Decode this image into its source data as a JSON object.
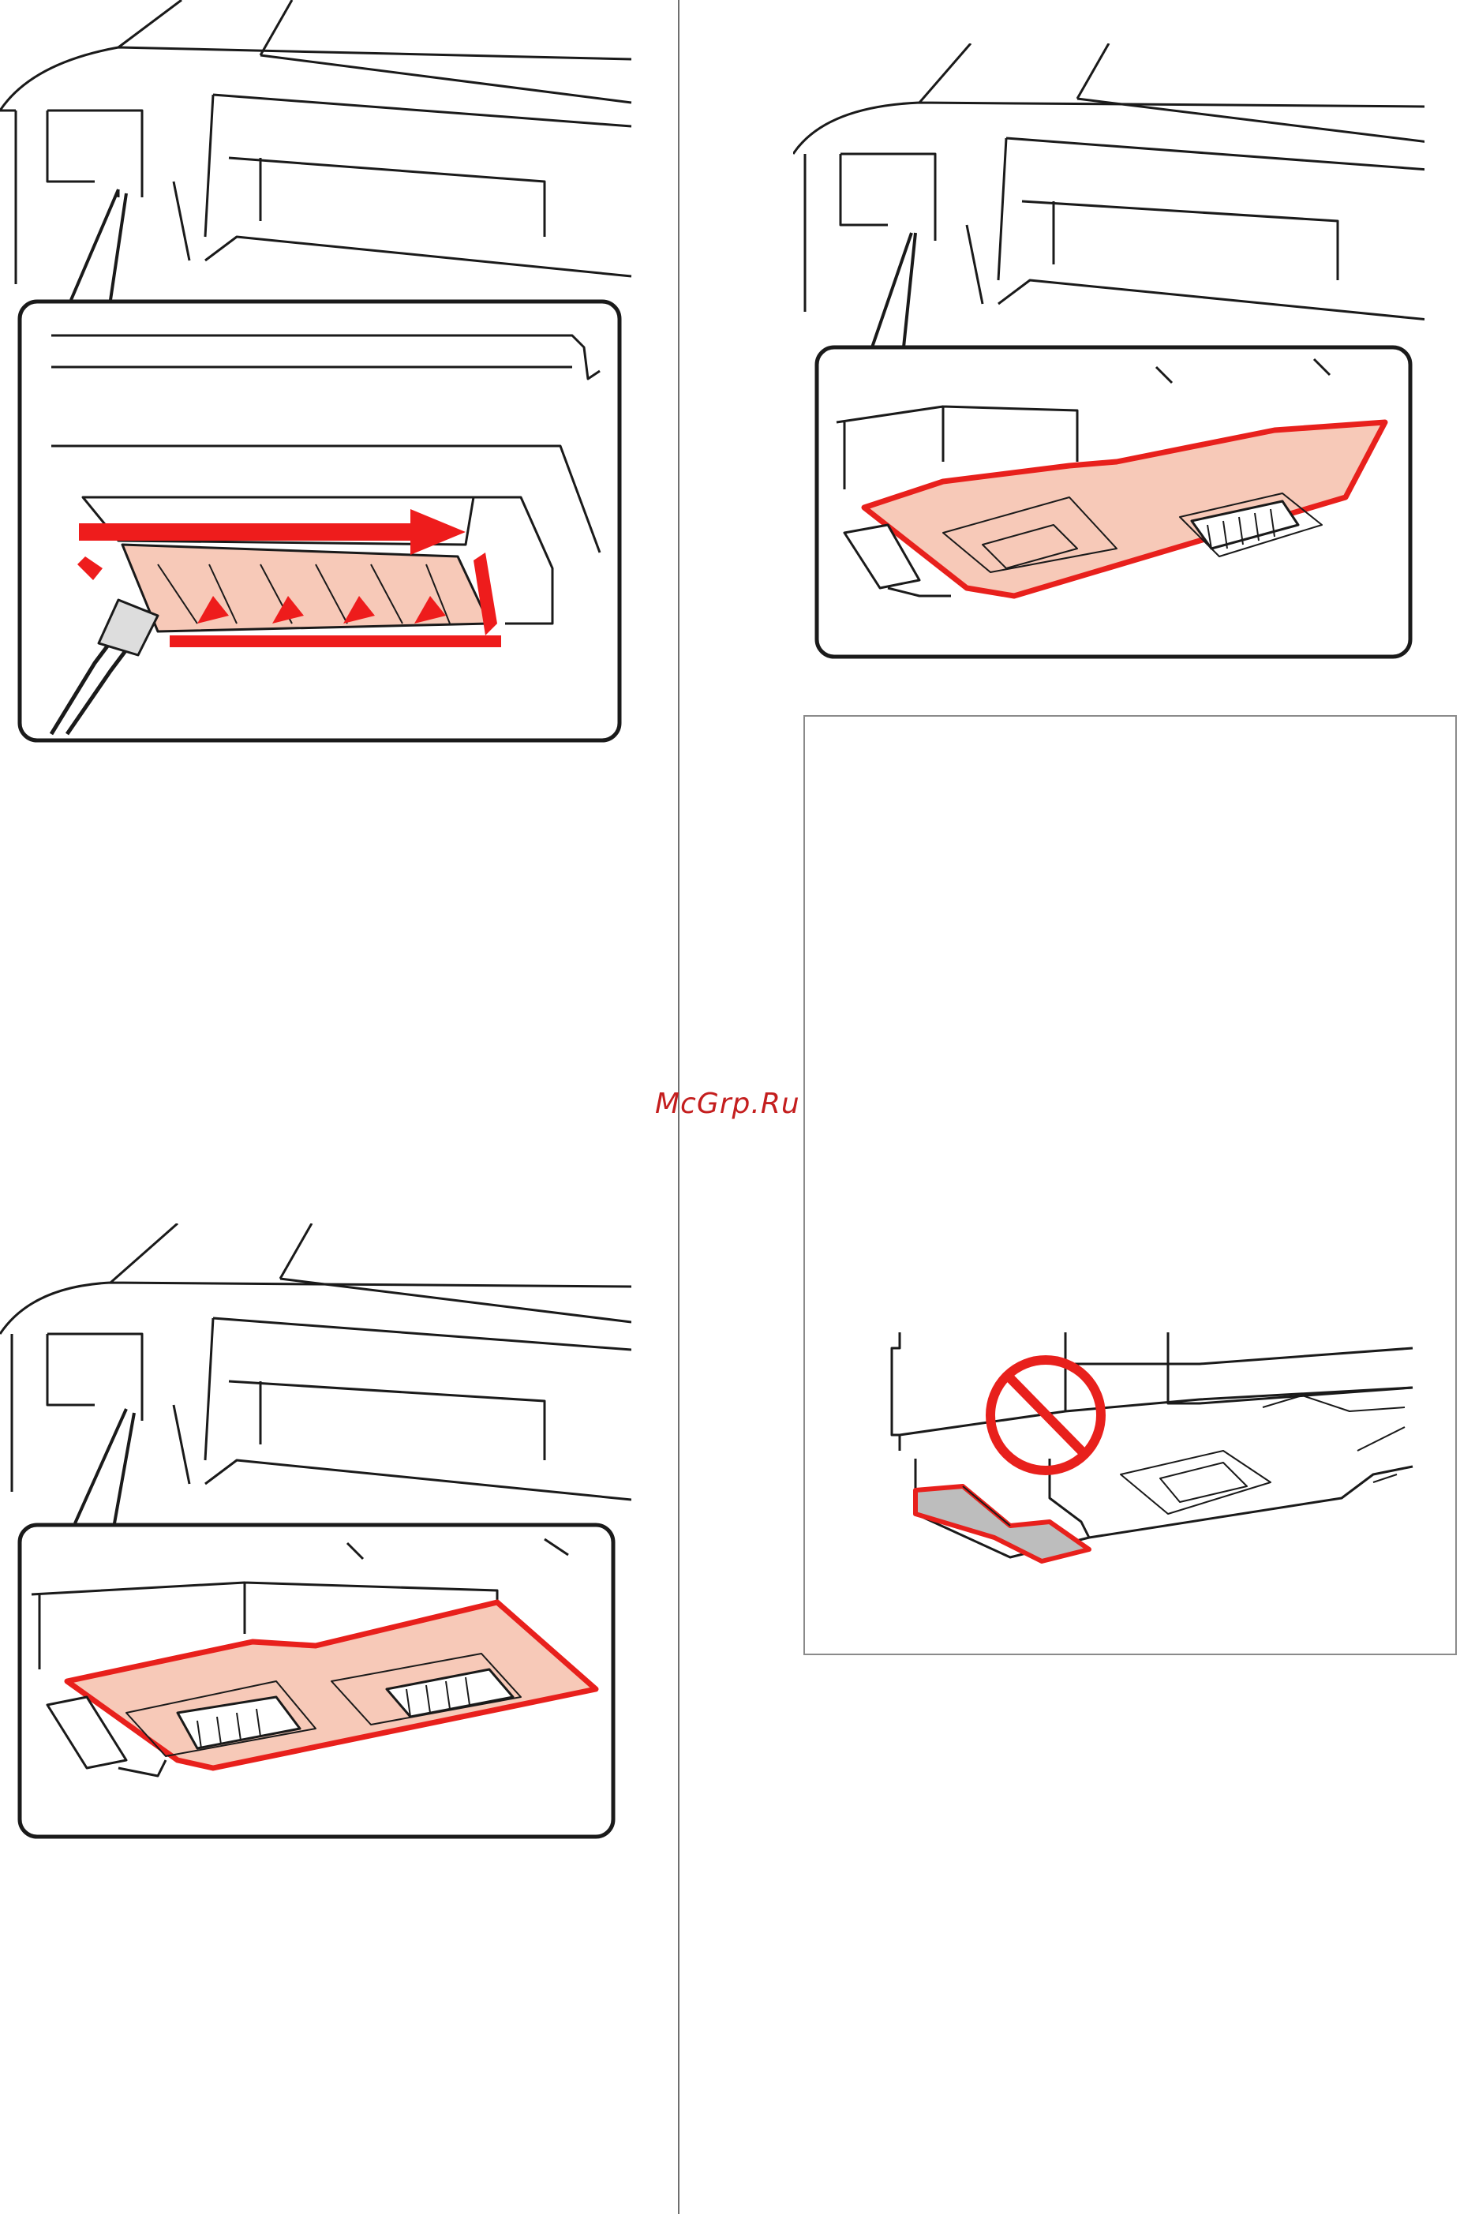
{
  "watermark": {
    "text": "McGrp.Ru"
  },
  "colors": {
    "highlight_stroke": "#e8201c",
    "highlight_fill": "#f7c9b8",
    "line": "#1a1a1a",
    "arrow": "#ee1c1c",
    "gray_part": "#bdbdbd"
  },
  "illustrations": [
    {
      "name": "wiper-cleaning-closeup",
      "icon": "cleaning-arrows-icon"
    },
    {
      "name": "cap-area-highlight-right",
      "icon": "highlight-outline-icon"
    },
    {
      "name": "cap-area-highlight-left",
      "icon": "highlight-outline-icon"
    },
    {
      "name": "do-not-touch-caution",
      "icon": "prohibited-icon"
    }
  ]
}
